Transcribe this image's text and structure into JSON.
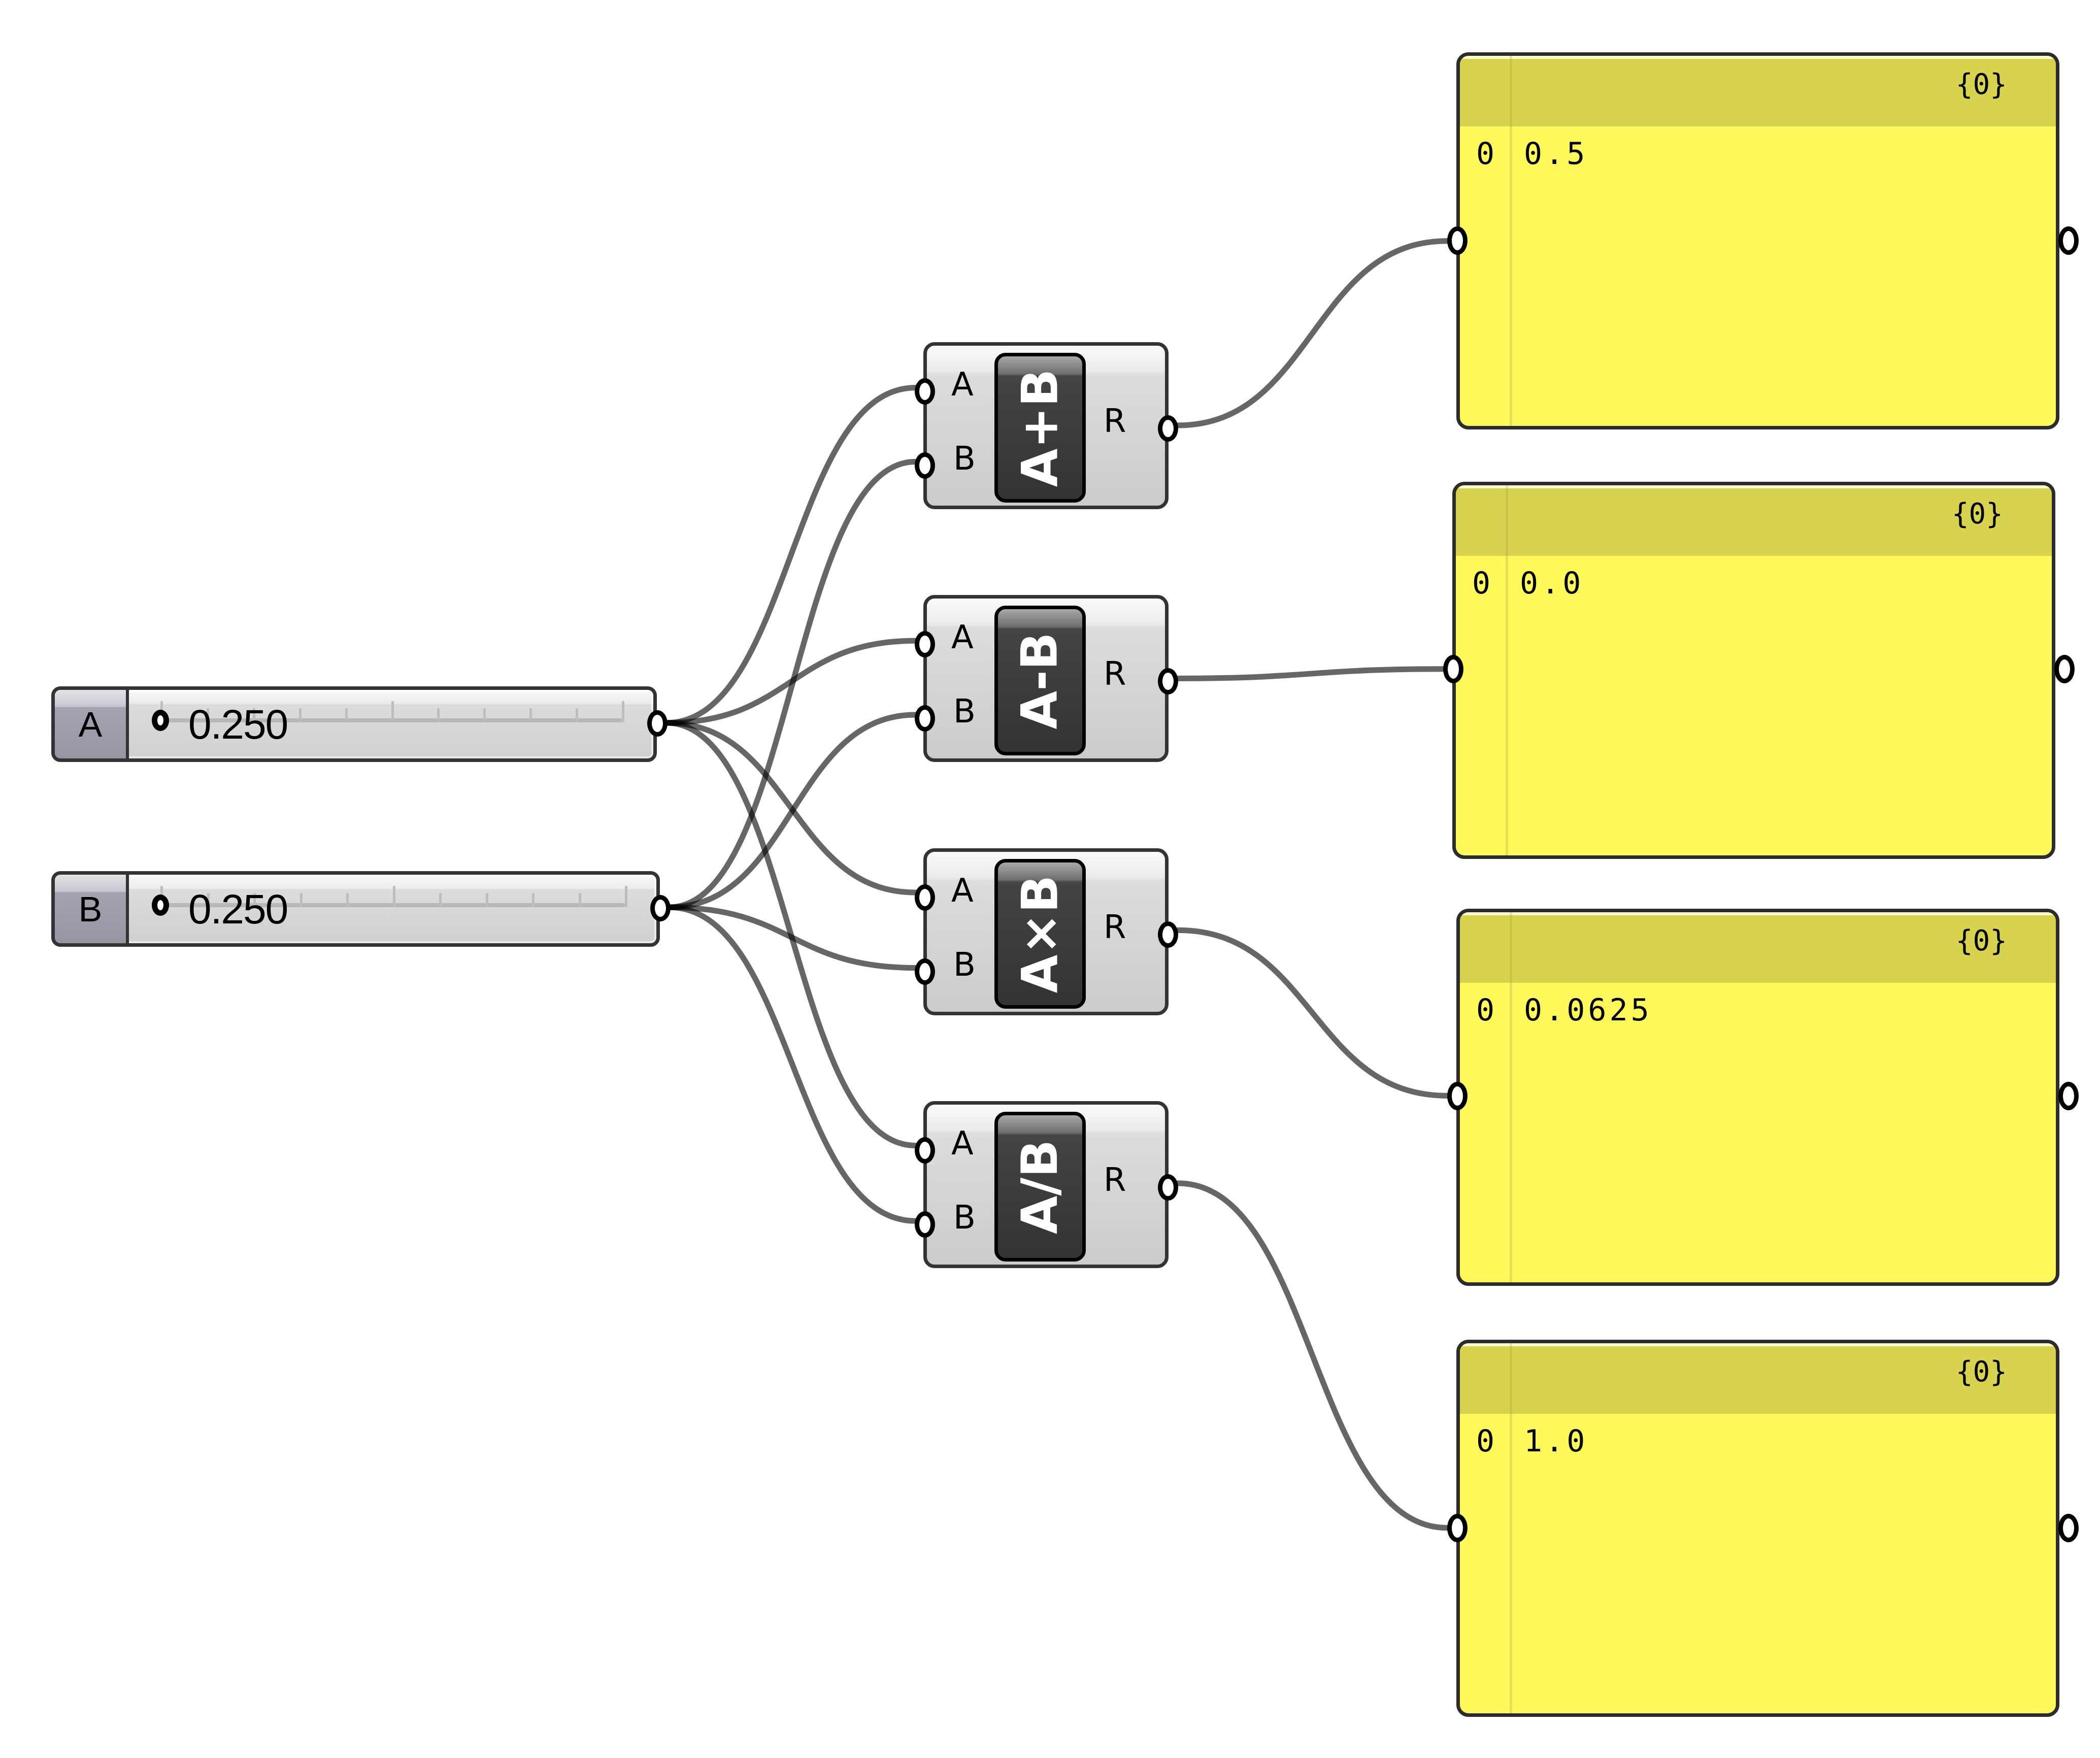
{
  "canvas": {
    "background": "#ffffff",
    "wire_color": "#000000",
    "wire_opacity": 0.6
  },
  "sliders": [
    {
      "id": "A",
      "name": "A",
      "value": "0.250",
      "grip_fraction": 0.0,
      "ticks": 10
    },
    {
      "id": "B",
      "name": "B",
      "value": "0.250",
      "grip_fraction": 0.0,
      "ticks": 10
    }
  ],
  "components": [
    {
      "id": "add",
      "icon_text": "A+B",
      "inputs": [
        "A",
        "B"
      ],
      "output": "R"
    },
    {
      "id": "subtract",
      "icon_text": "A-B",
      "inputs": [
        "A",
        "B"
      ],
      "output": "R"
    },
    {
      "id": "multiply",
      "icon_text": "A×B",
      "inputs": [
        "A",
        "B"
      ],
      "output": "R"
    },
    {
      "id": "divide",
      "icon_text": "A/B",
      "inputs": [
        "A",
        "B"
      ],
      "output": "R"
    }
  ],
  "panels": [
    {
      "id": "panel-add",
      "path": "{0}",
      "rows": [
        {
          "index": "0",
          "value": "0.5"
        }
      ]
    },
    {
      "id": "panel-subtract",
      "path": "{0}",
      "rows": [
        {
          "index": "0",
          "value": "0.0"
        }
      ]
    },
    {
      "id": "panel-multiply",
      "path": "{0}",
      "rows": [
        {
          "index": "0",
          "value": "0.0625"
        }
      ]
    },
    {
      "id": "panel-divide",
      "path": "{0}",
      "rows": [
        {
          "index": "0",
          "value": "1.0"
        }
      ]
    }
  ],
  "connections": [
    {
      "from": "slider-A",
      "to": "add.A"
    },
    {
      "from": "slider-A",
      "to": "subtract.A"
    },
    {
      "from": "slider-A",
      "to": "multiply.A"
    },
    {
      "from": "slider-A",
      "to": "divide.A"
    },
    {
      "from": "slider-B",
      "to": "add.B"
    },
    {
      "from": "slider-B",
      "to": "subtract.B"
    },
    {
      "from": "slider-B",
      "to": "multiply.B"
    },
    {
      "from": "slider-B",
      "to": "divide.B"
    },
    {
      "from": "add.R",
      "to": "panel-add"
    },
    {
      "from": "subtract.R",
      "to": "panel-subtract"
    },
    {
      "from": "multiply.R",
      "to": "panel-multiply"
    },
    {
      "from": "divide.R",
      "to": "panel-divide"
    }
  ]
}
